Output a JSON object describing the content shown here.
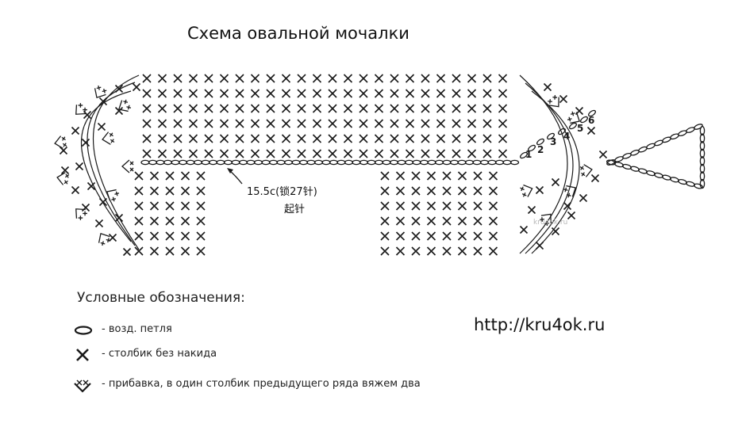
{
  "title": "Схема овальной мочалки",
  "diagram": {
    "foundation_label": "15.5c(锁27针)",
    "foundation_sublabel": "起针",
    "round_numbers": [
      "1",
      "2",
      "3",
      "4",
      "5",
      "6"
    ],
    "watermark": "kru4ok.ru"
  },
  "legend": {
    "heading": "Условные обозначения:",
    "items": [
      {
        "icon": "chain-stitch-icon",
        "text": "- возд. петля"
      },
      {
        "icon": "single-crochet-icon",
        "text": "- столбик без накида"
      },
      {
        "icon": "increase-icon",
        "text": "- прибавка, в один столбик предыдущего ряда вяжем два"
      }
    ]
  },
  "website": "http://kru4ok.ru",
  "colors": {
    "ink": "#1a1a1a",
    "background": "#ffffff"
  }
}
